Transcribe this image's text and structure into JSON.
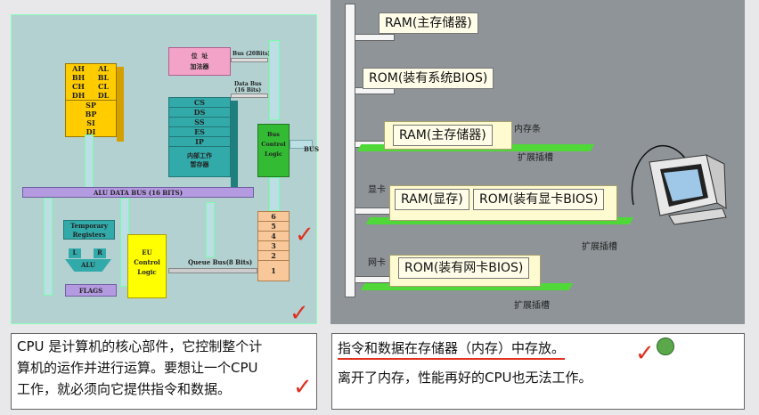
{
  "left_diagram": {
    "gp_registers": [
      [
        "AH",
        "AL"
      ],
      [
        "BH",
        "BL"
      ],
      [
        "CH",
        "CL"
      ],
      [
        "DH",
        "DL"
      ]
    ],
    "pointer_registers": [
      "SP",
      "BP",
      "SI",
      "DI"
    ],
    "address_adder": "位  址\n加法器",
    "segment_registers": [
      "CS",
      "DS",
      "SS",
      "ES",
      "IP"
    ],
    "internal_reg": "内部工作\n暂存器",
    "bus_control": "Bus\nControl\nLogic",
    "bus_20": "Bus (20Bits)",
    "data_bus_16": "Data Bus\n(16 Bits)",
    "bus_label": "BUS",
    "alu_data_bus": "ALU DATA BUS (16 BITS)",
    "temp_registers": "Temporary\nRegisters",
    "alu_l": "L",
    "alu_r": "R",
    "alu": "ALU",
    "flags": "FLAGS",
    "eu_control": "EU\nControl\nLogic",
    "queue_bus": "Queue Bus(8 Bits)",
    "queue": [
      "6",
      "5",
      "4",
      "3",
      "2",
      "1"
    ]
  },
  "right_diagram": {
    "ram_main": "RAM(主存储器)",
    "rom_bios": "ROM(装有系统BIOS)",
    "ram_stick": "RAM(主存储器)",
    "ram_stick_label": "内存条",
    "slot_label_1": "扩展插槽",
    "gpu_label": "显卡",
    "gpu_ram": "RAM(显存)",
    "gpu_rom": "ROM(装有显卡BIOS)",
    "slot_label_2": "扩展插槽",
    "nic_label": "网卡",
    "nic_rom": "ROM(装有网卡BIOS)",
    "slot_label_3": "扩展插槽"
  },
  "bottom_left": {
    "line1": "CPU 是计算机的核心部件，它控制整个计",
    "line2": "算机的运作并进行运算。要想让一个CPU",
    "line3": "工作，就必须向它提供指令和数据。"
  },
  "bottom_right": {
    "line1": "指令和数据在存储器（内存）中存放。",
    "line2": "离开了内存，性能再好的CPU也无法工作。"
  },
  "annotation_colors": {
    "check": "#e03020",
    "underline": "#e03020"
  }
}
